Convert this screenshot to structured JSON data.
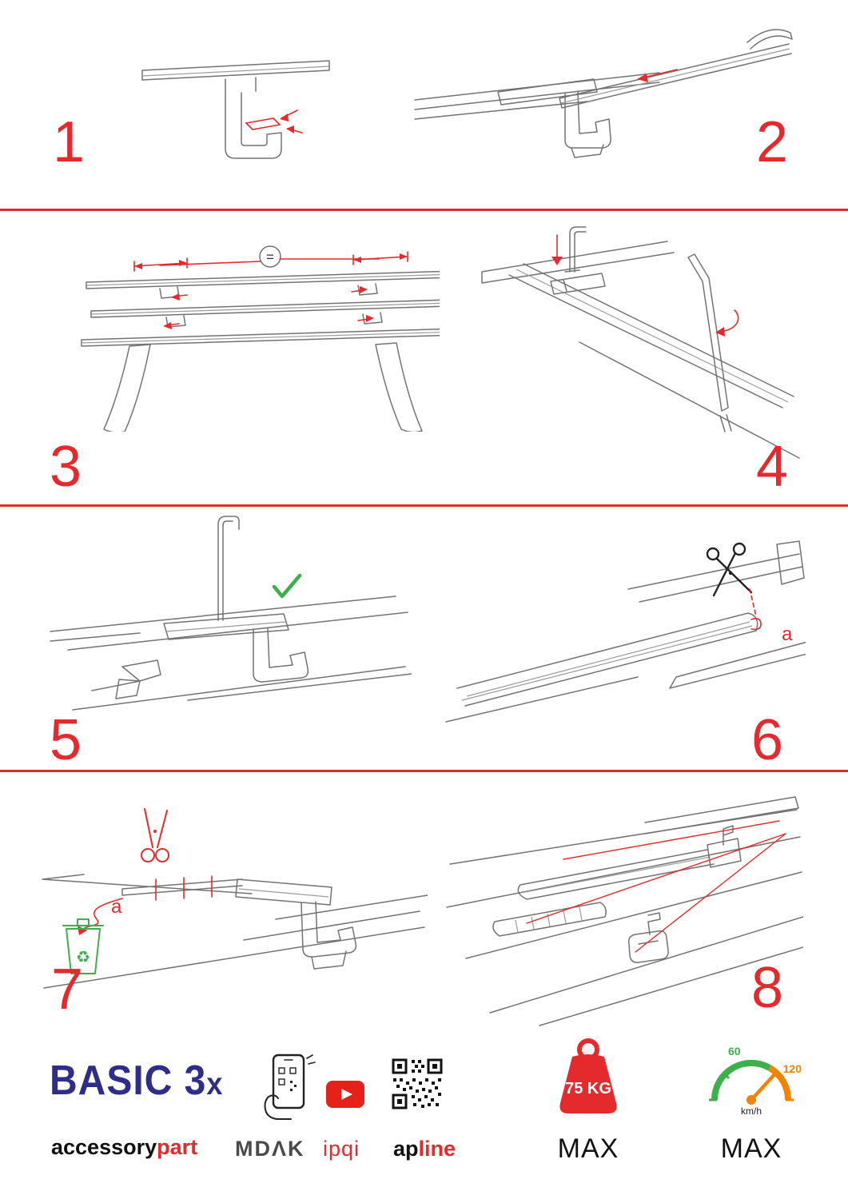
{
  "steps": [
    {
      "number": "1"
    },
    {
      "number": "2"
    },
    {
      "number": "3"
    },
    {
      "number": "4"
    },
    {
      "number": "5"
    },
    {
      "number": "6"
    },
    {
      "number": "7"
    },
    {
      "number": "8"
    }
  ],
  "annotations": {
    "equal_sign": "=",
    "label_a_step6": "a",
    "label_a_step7": "a"
  },
  "icons": {
    "recycle": "♻"
  },
  "footer": {
    "brand_main": "BASIC 3",
    "brand_suffix": "x",
    "accessory": "accessory",
    "part": "part",
    "mdak": "MDΛK",
    "ipqi": "ipqi",
    "apline_ap": "ap",
    "apline_line": "line",
    "weight_value": "75 KG",
    "weight_max": "MAX",
    "speed_60": "60",
    "speed_120": "120",
    "speed_unit": "km/h",
    "speed_max": "MAX"
  },
  "colors": {
    "accent_red": "#e42a2c",
    "brand_navy": "#2e2d87",
    "green": "#3cb049",
    "orange": "#f08300"
  }
}
